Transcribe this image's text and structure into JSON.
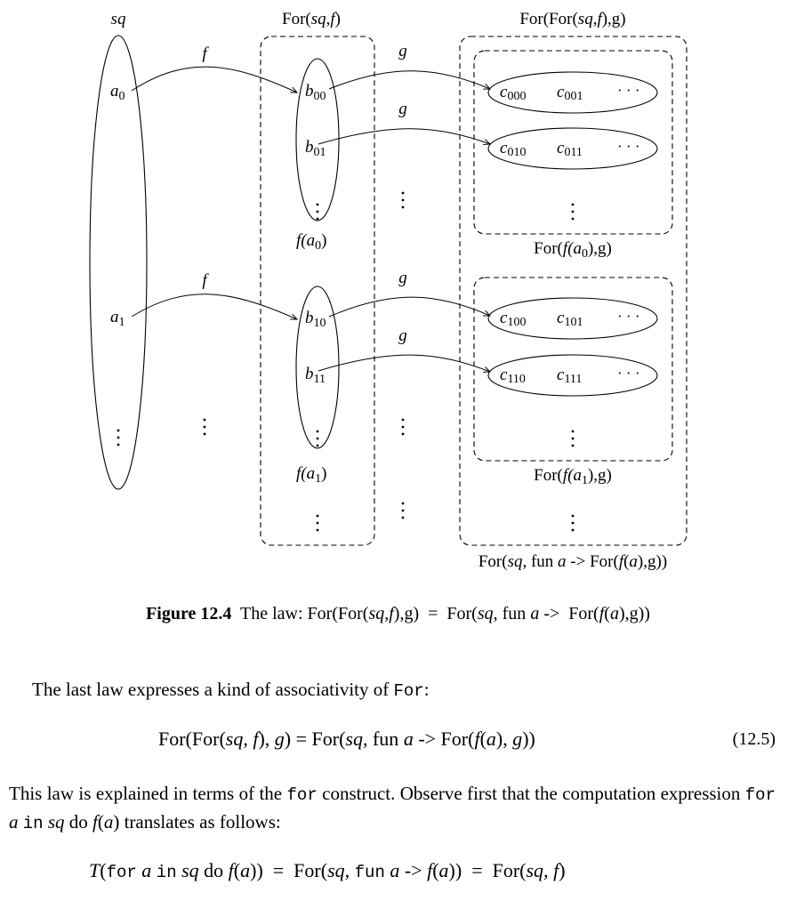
{
  "figure": {
    "col_sq": "sq",
    "col_forf": "For(sq,f)",
    "col_forforg": "For(For(sq,f),g)",
    "f1": "f",
    "f2": "f",
    "g1": "g",
    "g2": "g",
    "g3": "g",
    "g4": "g",
    "a0": "a",
    "a0sub": "0",
    "a1": "a",
    "a1sub": "1",
    "b00": "b",
    "b00sub": "00",
    "b01": "b",
    "b01sub": "01",
    "b10": "b",
    "b10sub": "10",
    "b11": "b",
    "b11sub": "11",
    "fa0": "f(a",
    "fa0sub": "0",
    "fa0end": ")",
    "fa1": "f(a",
    "fa1sub": "1",
    "fa1end": ")",
    "c000": "c",
    "c000sub": "000",
    "c001": "c",
    "c001sub": "001",
    "c010": "c",
    "c010sub": "010",
    "c011": "c",
    "c011sub": "011",
    "c100": "c",
    "c100sub": "100",
    "c101": "c",
    "c101sub": "101",
    "c110": "c",
    "c110sub": "110",
    "c111": "c",
    "c111sub": "111",
    "hdots": "· · ·",
    "box0_label_pre": "For(",
    "box0_label_f": "f(a",
    "box0_label_sub": "0",
    "box0_label_post": "),g)",
    "box1_label_pre": "For(",
    "box1_label_f": "f(a",
    "box1_label_sub": "1",
    "box1_label_post": "),g)",
    "outer_label": "For(sq, fun a -> For(f(a),g))"
  },
  "caption": {
    "label": "Figure 12.4",
    "text": "The law: For(For(sq,f),g)  =  For(sq, fun a ->  For(f(a),g))"
  },
  "paragraph1": "The last law expresses a kind of associativity of For:",
  "equation1": "For(For(sq, f), g) = For(sq, fun a -> For(f(a), g))",
  "equation1_number": "(12.5)",
  "paragraph2": "This law is explained in terms of the for construct. Observe first that the computation expression for a in sq do f(a) translates as follows:",
  "equation2": "T(for a in sq do f(a))  =  For(sq, fun a -> f(a))  =  For(sq, f)"
}
